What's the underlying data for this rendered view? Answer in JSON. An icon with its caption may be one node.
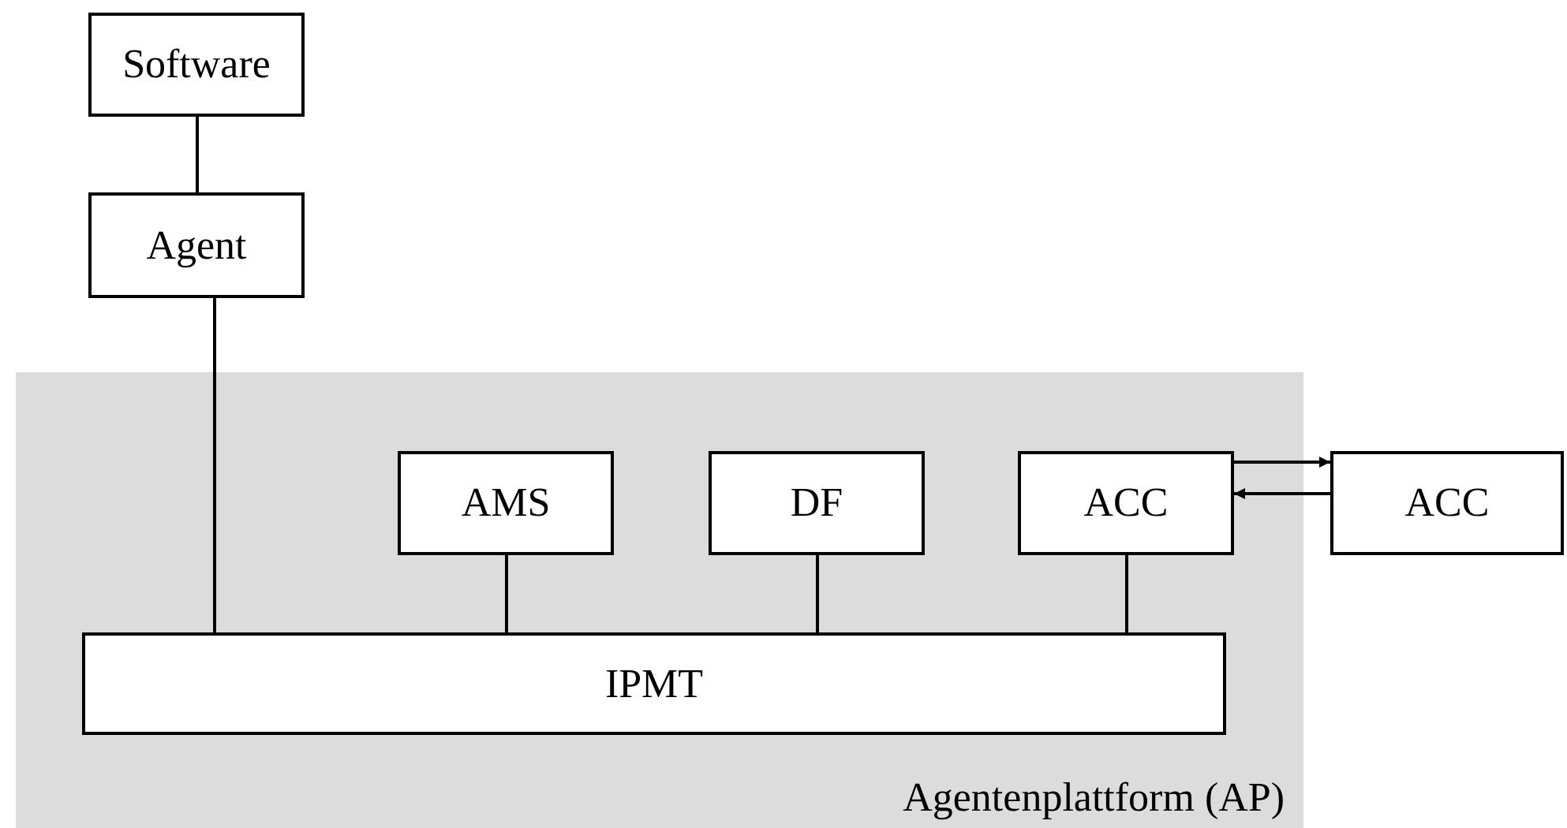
{
  "diagram": {
    "nodes": [
      {
        "text": [
          "Software"
        ]
      },
      {
        "text": [
          "Agent"
        ]
      },
      {
        "text": [
          "Agentenplattform (AP)"
        ]
      },
      {
        "text": [
          "AMS"
        ],
        "in": 2
      },
      {
        "text": [
          "DF"
        ],
        "in": 2
      },
      {
        "text": [
          "ACC"
        ],
        "in": 2
      },
      {
        "text": [
          "ACC"
        ]
      },
      {
        "text": [
          "IPMT"
        ],
        "in": 2
      }
    ],
    "edges": [
      {
        "from": 0,
        "to": 1,
        "arrow": "none"
      },
      {
        "from": 1,
        "to": 7,
        "arrow": "none"
      },
      {
        "from": 3,
        "to": 7,
        "arrow": "none"
      },
      {
        "from": 4,
        "to": 7,
        "arrow": "none"
      },
      {
        "from": 5,
        "to": 7,
        "arrow": "none"
      },
      {
        "from": 5,
        "to": 6,
        "arrow": "to"
      },
      {
        "from": 6,
        "to": 5,
        "arrow": "to"
      }
    ]
  }
}
